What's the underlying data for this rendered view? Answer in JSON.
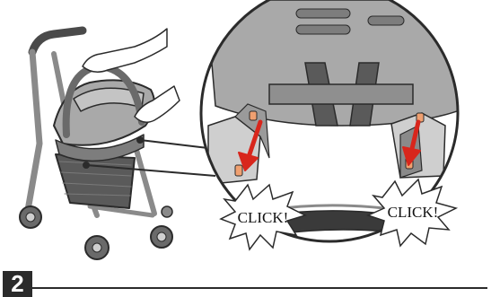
{
  "step": {
    "number": "2"
  },
  "callouts": [
    {
      "text": "CLICK!"
    },
    {
      "text": "CLICK!"
    }
  ],
  "colors": {
    "ink": "#2b2b2b",
    "arrow": "#d8261c",
    "latch": "#f0a070",
    "frame_gray": "#8a8a8a",
    "seat_gray": "#a9a9a9",
    "background": "#ffffff"
  },
  "icons": [
    "arrow-down-icon",
    "arrow-down-icon"
  ]
}
